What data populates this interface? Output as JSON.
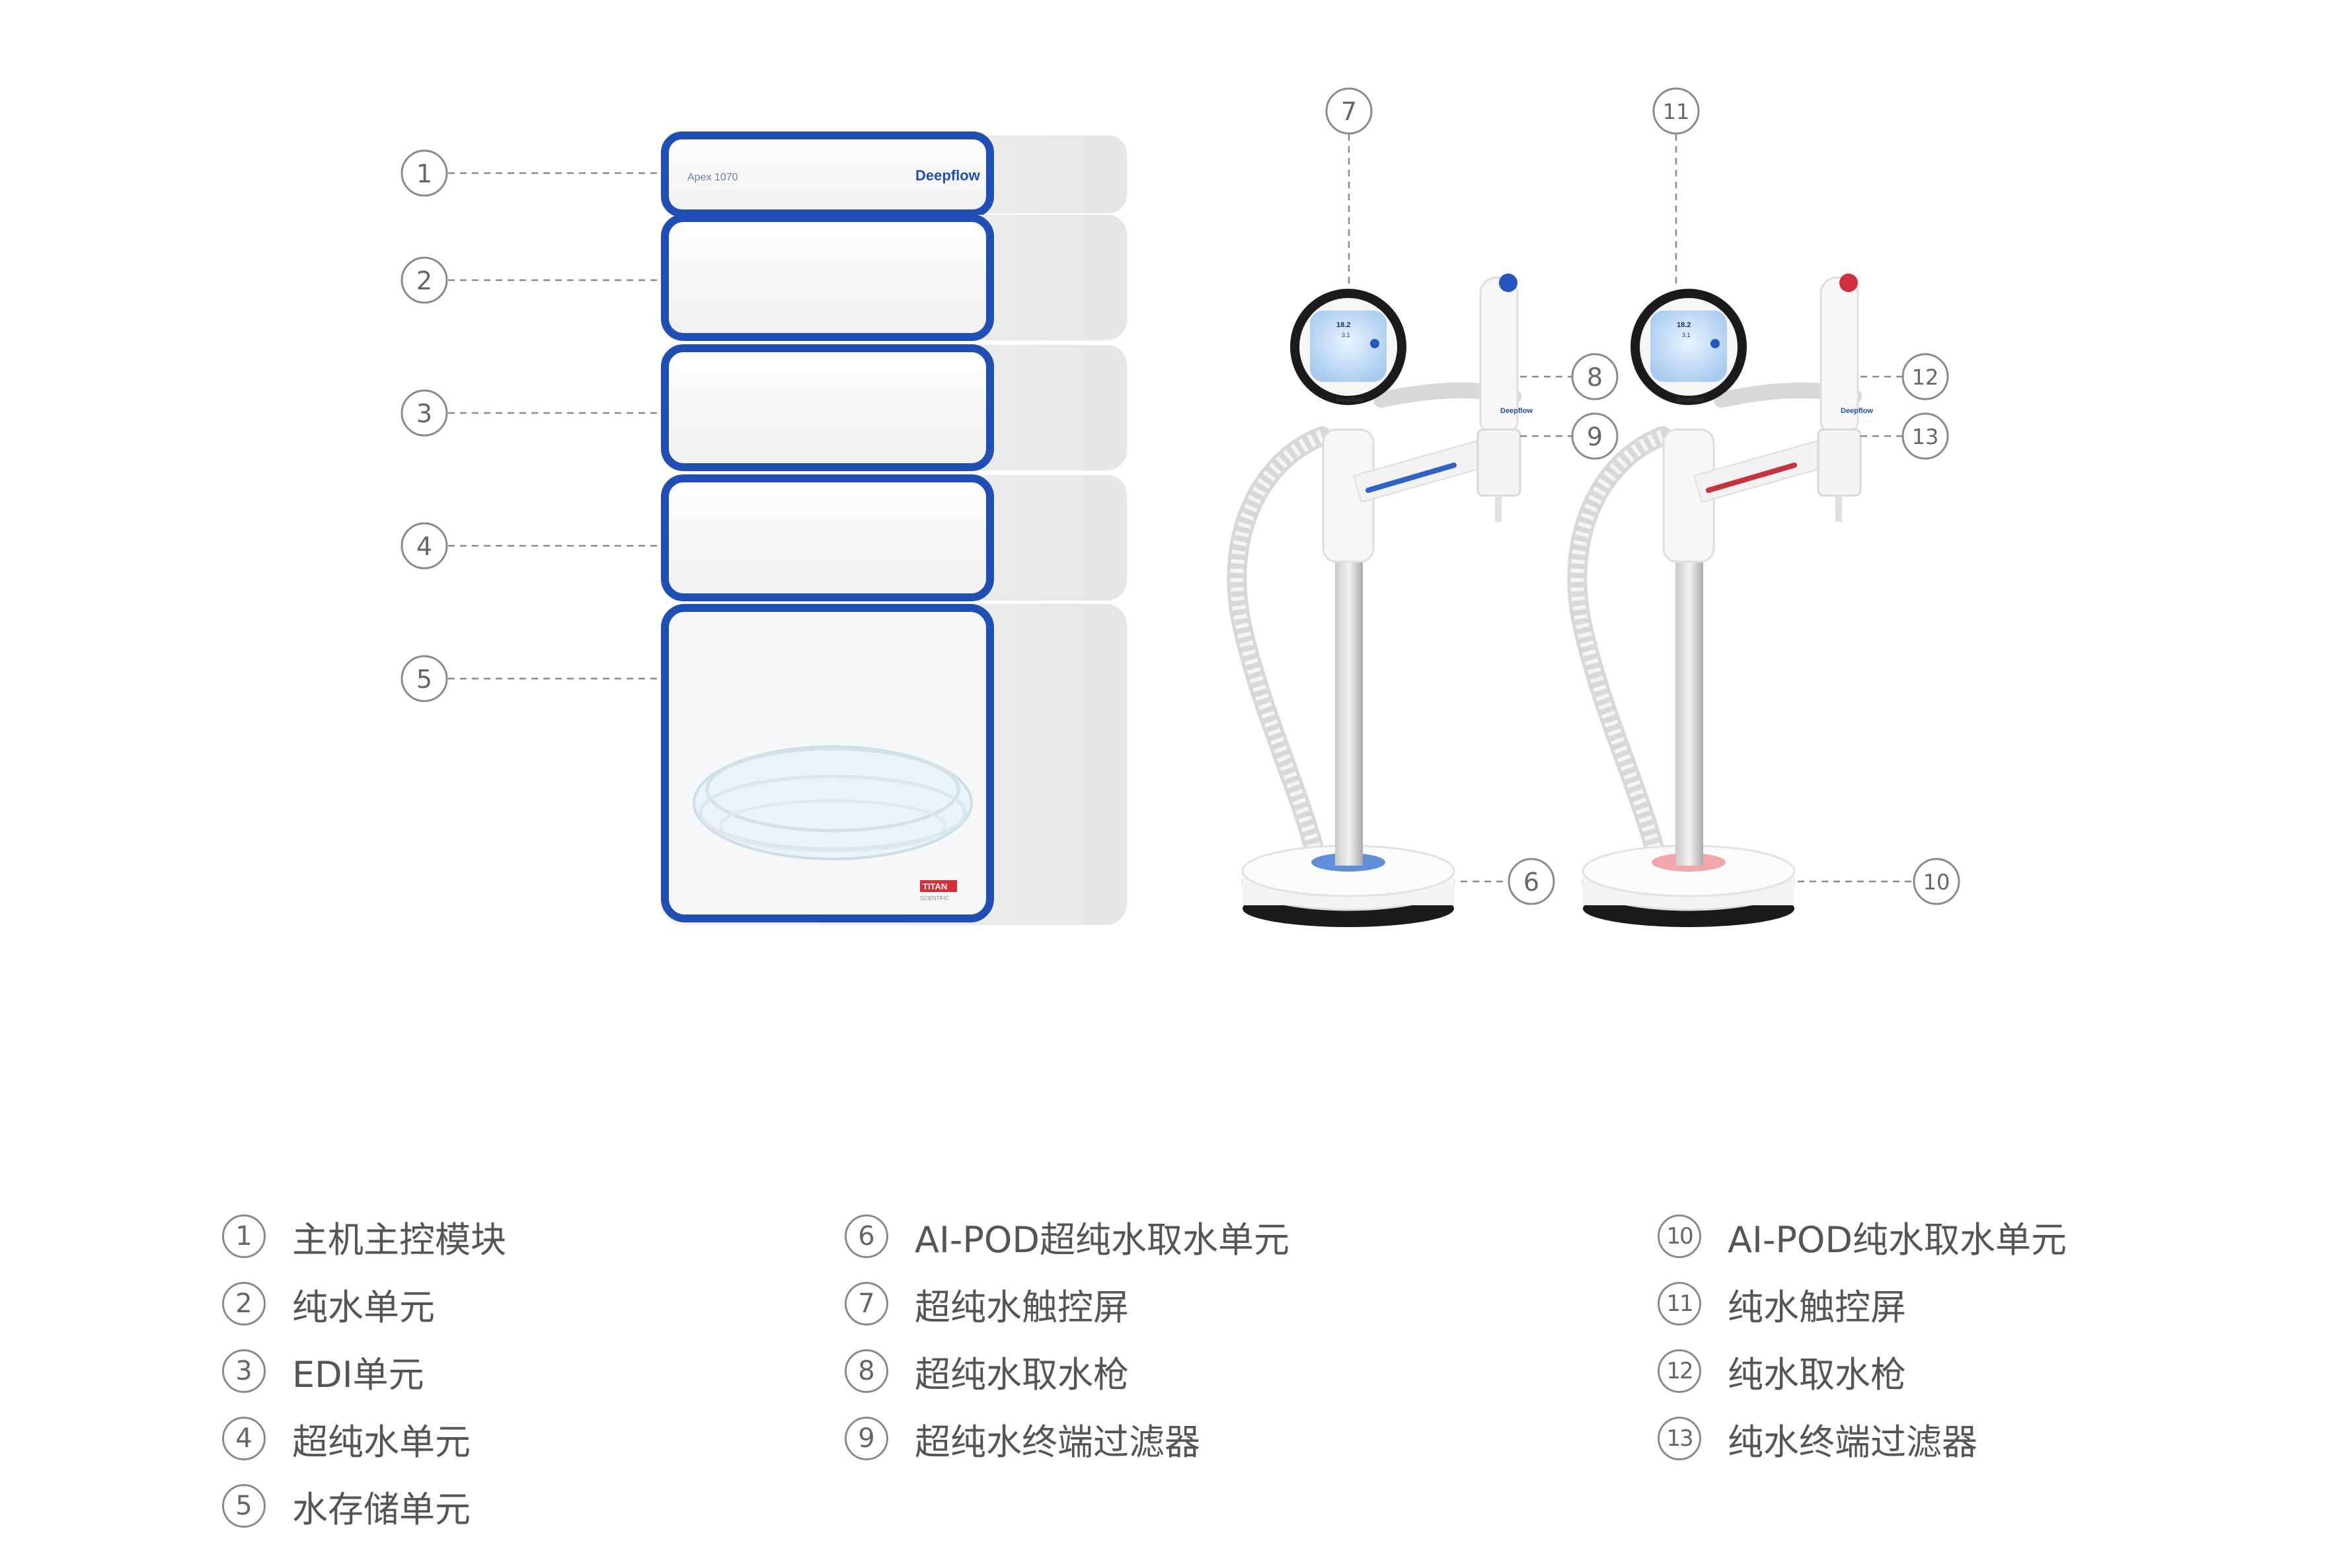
{
  "diagram": {
    "unit_brand": "Deepflow",
    "unit_model": "Apex 1070",
    "unit_badge_brand": "TITAN",
    "unit_badge_sub": "SCIENTIFIC",
    "pod_brand": "Deepflow",
    "screen_value_1": "18.2",
    "screen_value_2": "3.1",
    "callouts": [
      {
        "id": "c1",
        "label": "1"
      },
      {
        "id": "c2",
        "label": "2"
      },
      {
        "id": "c3",
        "label": "3"
      },
      {
        "id": "c4",
        "label": "4"
      },
      {
        "id": "c5",
        "label": "5"
      },
      {
        "id": "c6",
        "label": "6"
      },
      {
        "id": "c7",
        "label": "7"
      },
      {
        "id": "c8",
        "label": "8"
      },
      {
        "id": "c9",
        "label": "9"
      },
      {
        "id": "c10",
        "label": "10"
      },
      {
        "id": "c11",
        "label": "11"
      },
      {
        "id": "c12",
        "label": "12"
      },
      {
        "id": "c13",
        "label": "13"
      }
    ]
  },
  "legend": {
    "col1": [
      {
        "num": "1",
        "label": "主机主控模块"
      },
      {
        "num": "2",
        "label": "纯水单元"
      },
      {
        "num": "3",
        "label": "EDI单元"
      },
      {
        "num": "4",
        "label": "超纯水单元"
      },
      {
        "num": "5",
        "label": "水存储单元"
      }
    ],
    "col2": [
      {
        "num": "6",
        "label": "AI-POD超纯水取水单元"
      },
      {
        "num": "7",
        "label": "超纯水触控屏"
      },
      {
        "num": "8",
        "label": "超纯水取水枪"
      },
      {
        "num": "9",
        "label": "超纯水终端过滤器"
      }
    ],
    "col3": [
      {
        "num": "10",
        "label": "AI-POD纯水取水单元"
      },
      {
        "num": "11",
        "label": "纯水触控屏"
      },
      {
        "num": "12",
        "label": "纯水取水枪"
      },
      {
        "num": "13",
        "label": "纯水终端过滤器"
      }
    ]
  },
  "colors": {
    "blue": "#1f4fb5",
    "red": "#d32f3a",
    "callout": "#8a8a8a"
  }
}
